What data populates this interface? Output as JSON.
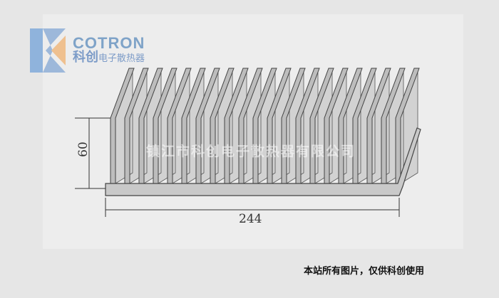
{
  "logo": {
    "name_en": "COTRON",
    "name_cn_bold": "科创",
    "name_cn": "电子散热器"
  },
  "drawing": {
    "height_dim": "60",
    "width_dim": "244",
    "fin_count": 21,
    "watermark": "镇江市科创电子散热器有限公司"
  },
  "caption": "本站所有图片，仅供科创使用"
}
